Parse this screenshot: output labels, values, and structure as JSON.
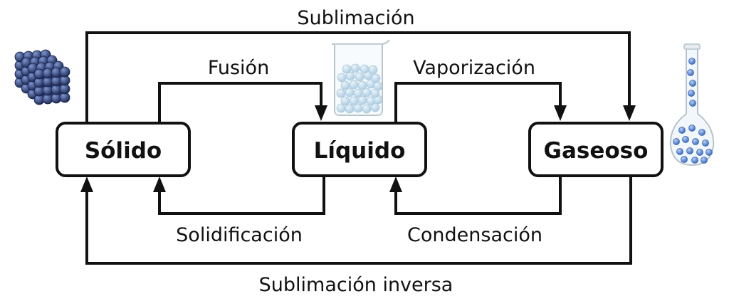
{
  "states": {
    "solid": "Sólido",
    "liquid": "Líquido",
    "gas": "Gaseoso"
  },
  "transitions": {
    "sublimation": "Sublimación",
    "fusion": "Fusión",
    "vaporization": "Vaporización",
    "solidification": "Solidificación",
    "condensation": "Condensación",
    "reverse_sublimation": "Sublimación inversa"
  },
  "colors": {
    "solid_particles": "#2b3f7a",
    "liquid_particles": "#9ec7e3",
    "gas_particles": "#4f84d6",
    "lines": "#111111"
  },
  "icons": {
    "solid": "solid-lattice-icon",
    "liquid": "beaker-icon",
    "gas": "flask-icon"
  }
}
